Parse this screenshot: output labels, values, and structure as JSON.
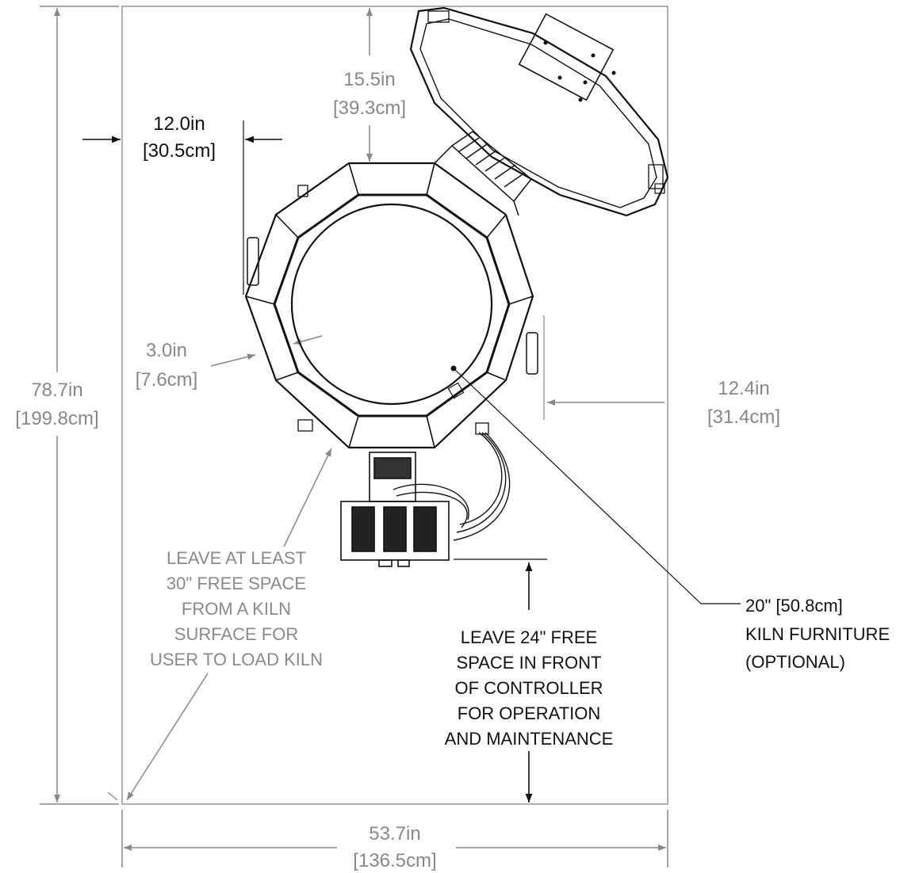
{
  "dimensions": {
    "height": {
      "imperial": "78.7in",
      "metric": "[199.8cm]"
    },
    "width": {
      "imperial": "53.7in",
      "metric": "[136.5cm]"
    },
    "top_clearance": {
      "imperial": "15.5in",
      "metric": "[39.3cm]"
    },
    "left_clearance": {
      "imperial": "12.0in",
      "metric": "[30.5cm]"
    },
    "right_clearance": {
      "imperial": "12.4in",
      "metric": "[31.4cm]"
    },
    "wall_thickness": {
      "imperial": "3.0in",
      "metric": "[7.6cm]"
    }
  },
  "notes": {
    "load_space": [
      "LEAVE AT LEAST",
      "30\" FREE SPACE",
      "FROM A KILN",
      "SURFACE FOR",
      "USER TO LOAD KILN"
    ],
    "controller_space": [
      "LEAVE 24\" FREE",
      "SPACE IN FRONT",
      "OF CONTROLLER",
      "FOR OPERATION",
      "AND MAINTENANCE"
    ],
    "kiln_furniture": [
      "20\" [50.8cm]",
      "KILN FURNITURE",
      "(OPTIONAL)"
    ]
  },
  "colors": {
    "dimension_line": "#888888",
    "drawing_line": "#111111",
    "background": "#ffffff"
  }
}
